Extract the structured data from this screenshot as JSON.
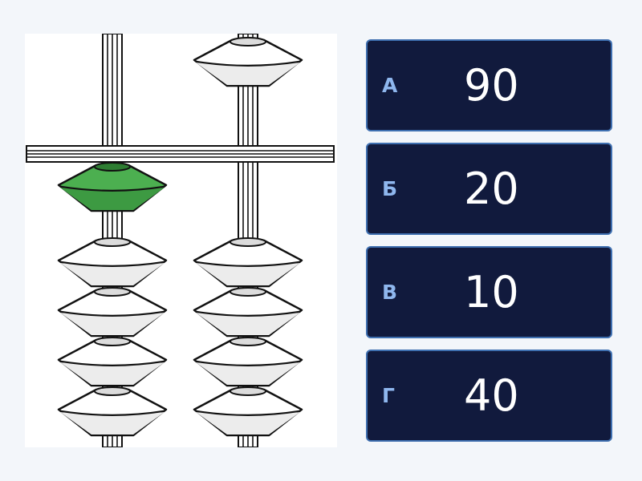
{
  "colors": {
    "active_bead": "#4caf50",
    "card_background": "#111a3d",
    "card_border": "#3e6fb0",
    "letter_color": "#8fb7ee"
  },
  "abacus": {
    "rods": [
      {
        "upper_beads": 1,
        "upper_active": 1,
        "lower_beads": 4,
        "lower_active": 0
      },
      {
        "upper_beads": 1,
        "upper_active": 0,
        "lower_beads": 4,
        "lower_active": 0
      }
    ]
  },
  "answers": [
    {
      "letter": "А",
      "value": "90"
    },
    {
      "letter": "Б",
      "value": "20"
    },
    {
      "letter": "В",
      "value": "10"
    },
    {
      "letter": "Г",
      "value": "40"
    }
  ]
}
